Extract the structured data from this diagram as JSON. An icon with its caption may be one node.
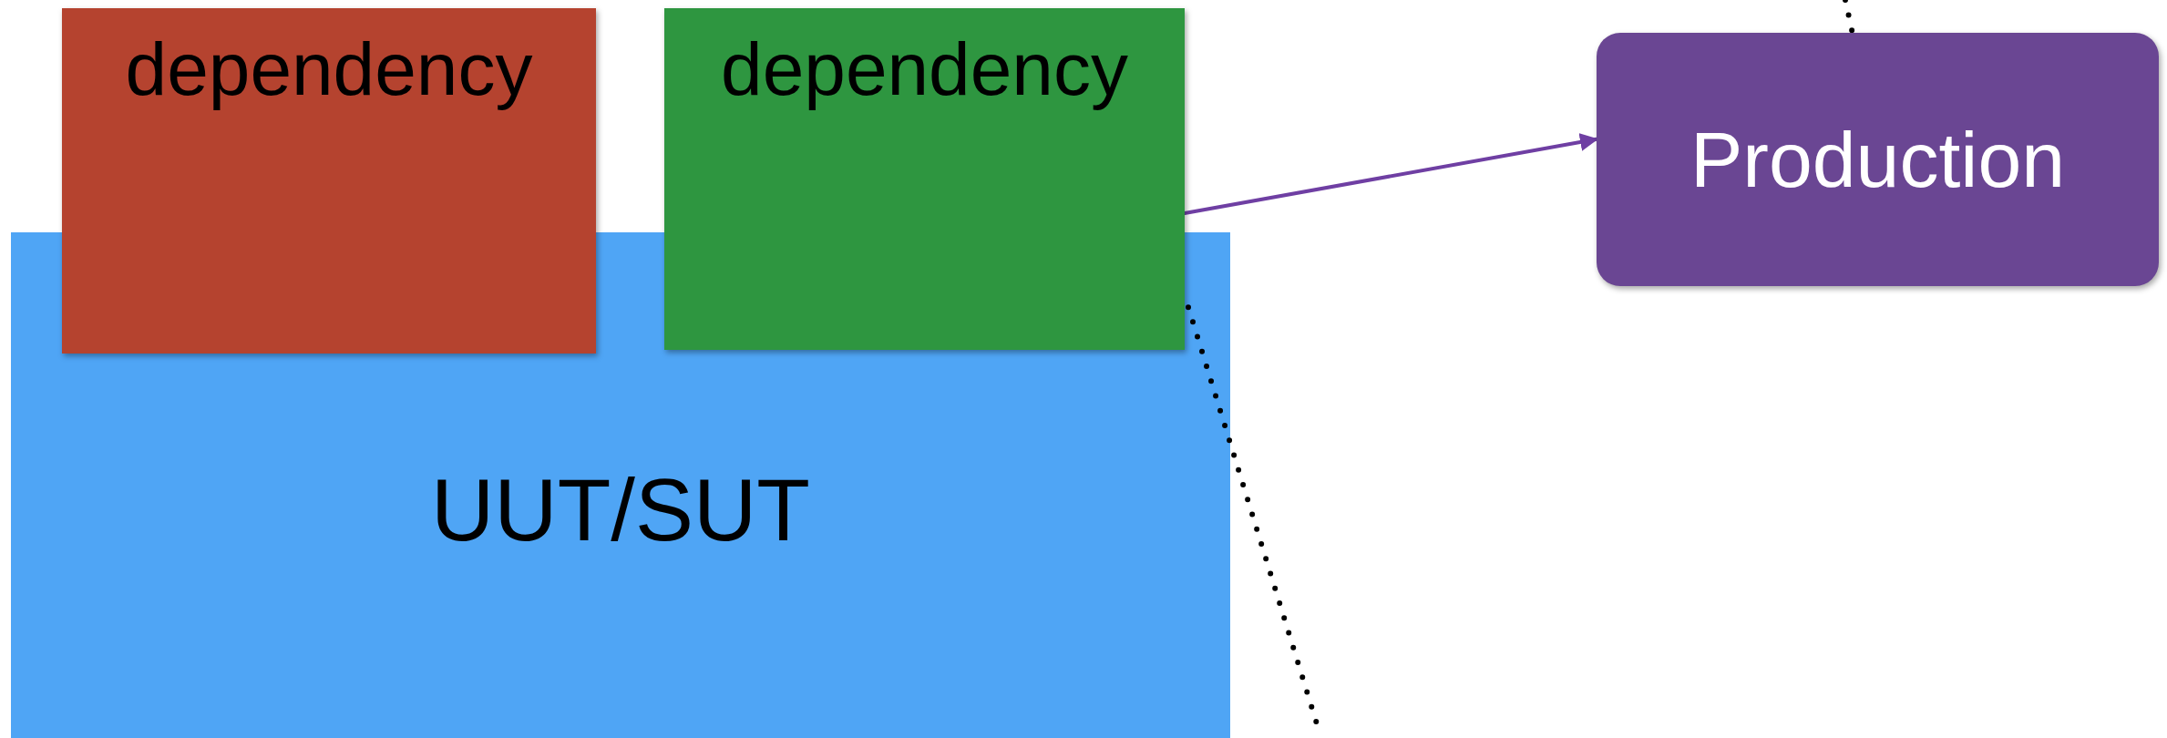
{
  "diagram": {
    "nodes": [
      {
        "text": [
          "dependency"
        ]
      },
      {
        "text": [
          "dependency"
        ]
      },
      {
        "text": [
          "UUT/SUT"
        ]
      },
      {
        "text": [
          "Production"
        ]
      }
    ],
    "edges": [
      {
        "from": 1,
        "to": 3,
        "arrow": "to",
        "color": "#6f3fa3"
      },
      {
        "from": 1,
        "to": null,
        "arrow": "none",
        "style": "dashed"
      },
      {
        "from": null,
        "to": 3,
        "arrow": "none",
        "style": "dashed"
      }
    ]
  }
}
